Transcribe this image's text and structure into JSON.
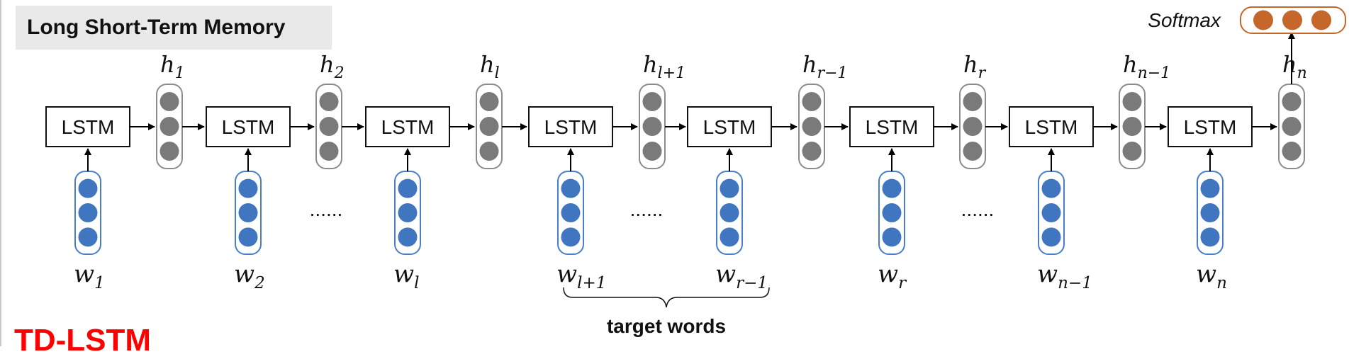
{
  "title": "Long Short-Term Memory",
  "subtitle": "TD-LSTM",
  "lstm_label": "LSTM",
  "softmax_label": "Softmax",
  "ellipsis": "......",
  "target_label": "target words",
  "colors": {
    "input_dot": "#3f76bf",
    "hidden_dot": "#7a7a7a",
    "softmax_dot": "#c5662a",
    "subtitle": "#ff0000"
  },
  "cells": [
    {
      "h_base": "h",
      "h_sub": "1",
      "w_base": "w",
      "w_sub": "1"
    },
    {
      "h_base": "h",
      "h_sub": "2",
      "w_base": "w",
      "w_sub": "2"
    },
    {
      "h_base": "h",
      "h_sub": "l",
      "w_base": "w",
      "w_sub": "l"
    },
    {
      "h_base": "h",
      "h_sub": "l+1",
      "w_base": "w",
      "w_sub": "l+1"
    },
    {
      "h_base": "h",
      "h_sub": "r−1",
      "w_base": "w",
      "w_sub": "r−1"
    },
    {
      "h_base": "h",
      "h_sub": "r",
      "w_base": "w",
      "w_sub": "r"
    },
    {
      "h_base": "h",
      "h_sub": "n−1",
      "w_base": "w",
      "w_sub": "n−1"
    },
    {
      "h_base": "h",
      "h_sub": "n",
      "w_base": "w",
      "w_sub": "n"
    }
  ]
}
